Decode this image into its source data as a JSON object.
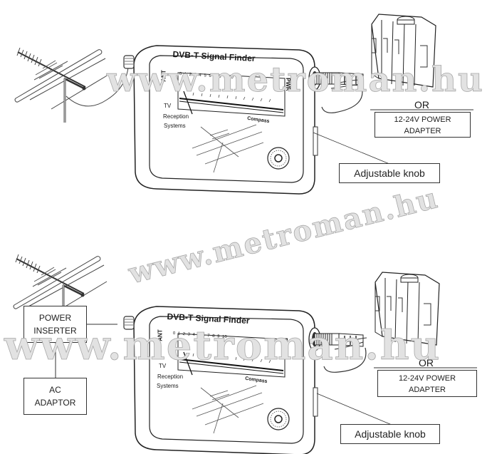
{
  "diagrams": [
    {
      "id": "top",
      "device": {
        "title": "DVB-T Signal Finder",
        "left_port_label": "ANT",
        "right_port_label": "PWR",
        "scale_ticks": [
          "0",
          "1",
          "2",
          "3",
          "4",
          "5",
          "6",
          "7",
          "8",
          "9",
          "10"
        ],
        "panel_text": [
          "TV",
          "Reception",
          "Systems"
        ],
        "compass_label": "Compass"
      },
      "or_label": "OR",
      "power_adapter_label": [
        "12-24V POWER",
        "ADAPTER"
      ],
      "knob_label": "Adjustable knob"
    },
    {
      "id": "bottom",
      "device": {
        "title": "DVB-T Signal Finder",
        "left_port_label": "ANT",
        "right_port_label": "PWR",
        "scale_ticks": [
          "0",
          "1",
          "2",
          "3",
          "4",
          "5",
          "6",
          "7",
          "8",
          "9",
          "10"
        ],
        "panel_text": [
          "TV",
          "Reception",
          "Systems"
        ],
        "compass_label": "Compass"
      },
      "power_inserter_label": [
        "POWER",
        "INSERTER"
      ],
      "ac_adaptor_label": [
        "AC",
        "ADAPTOR"
      ],
      "or_label": "OR",
      "power_adapter_label": [
        "12-24V POWER",
        "ADAPTER"
      ],
      "knob_label": "Adjustable knob"
    }
  ],
  "watermark": {
    "text_top": "www.metroman.hu",
    "text_mid": "www.metroman.hu",
    "text_bottom": "www.metroman.hu"
  },
  "colors": {
    "ink": "#1a1a1a",
    "watermark": "#c8c8c8"
  }
}
